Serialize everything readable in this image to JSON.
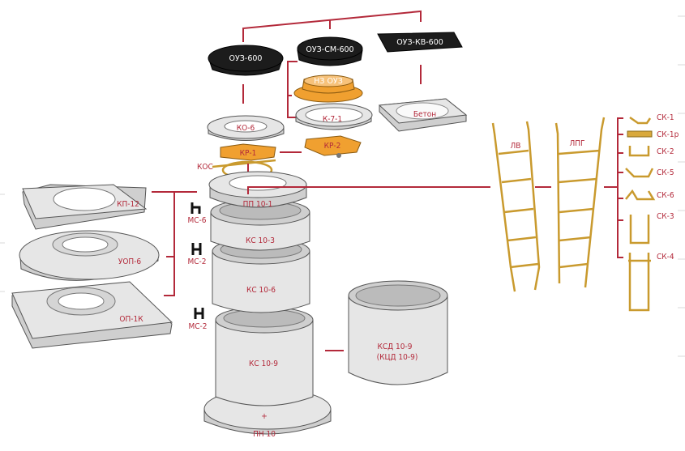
{
  "title": "Колодец: состав элементов",
  "colors": {
    "label": "#b3293a",
    "concrete": "#e6e6e6",
    "cast_iron": "#1c1c1c",
    "orange": "#f0a030",
    "gold": "#c99a2e"
  },
  "hatches": [
    {
      "id": "oуз-600",
      "label": "ОУЗ-600"
    },
    {
      "id": "oуз-см-600",
      "label": "ОУЗ-СМ-600"
    },
    {
      "id": "oуз-кв-600",
      "label": "ОУЗ-КВ-600"
    }
  ],
  "rings": {
    "nz_ouz": "НЗ ОУЗ",
    "k71": "К-7-1",
    "beton": "Бетон",
    "ko6": "КО-6",
    "kr1": "КР-1",
    "kr2": "КР-2",
    "kos": "КОС"
  },
  "column": {
    "pp": "ПП 10-1",
    "ks3": "КС 10-3",
    "ks6": "КС 10-6",
    "ks9": "КС 10-9",
    "pn": "ПН 10",
    "ksd_line1": "КСД 10-9",
    "ksd_line2": "(КЦД 10-9)"
  },
  "left": {
    "kp": "КП-12",
    "uop": "УОП-6",
    "op": "ОП-1К"
  },
  "brackets": {
    "ms6": "МС-6",
    "ms2a": "МС-2",
    "ms2b": "МС-2"
  },
  "ladders": {
    "lv": "ЛВ",
    "lpg": "ЛПГ"
  },
  "steps": [
    "СК-1",
    "СК-1р",
    "СК-2",
    "СК-5",
    "СК-6",
    "СК-3",
    "СК-4"
  ]
}
